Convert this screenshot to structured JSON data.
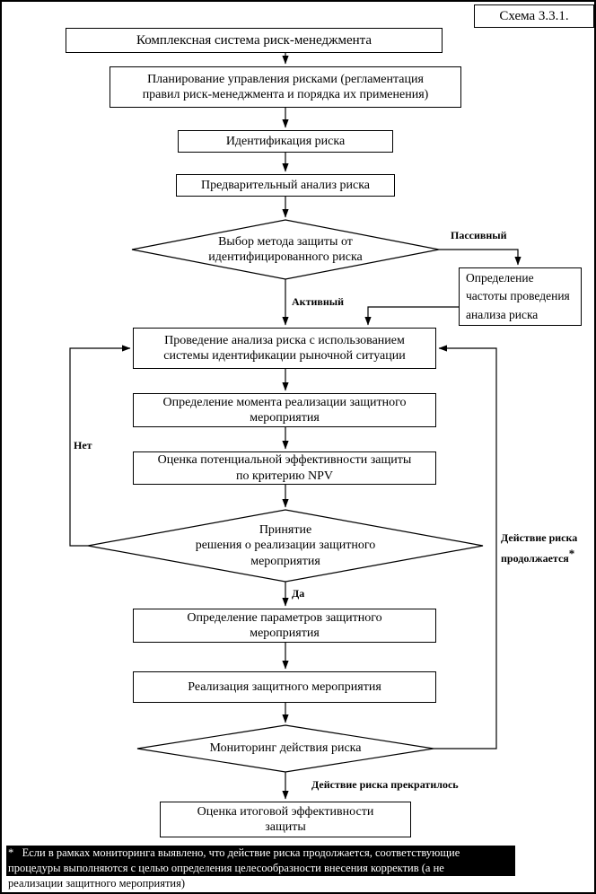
{
  "schema_label": "Схема 3.3.1.",
  "title": "Комплексная система риск-менеджмента",
  "nodes": {
    "planning": "Планирование управления рисками (регламентация\nправил риск-менеджмента и порядка их применения)",
    "identification": "Идентификация риска",
    "preliminary_analysis": "Предварительный анализ риска",
    "method_choice": "Выбор метода защиты от\nидентифицированного риска",
    "frequency": "Определение\nчастоты проведения\nанализа риска",
    "risk_analysis": "Проведение анализа риска с использованием\nсистемы идентификации рыночной ситуации",
    "moment": "Определение момента реализации защитного\nмероприятия",
    "npv_efficiency": "Оценка потенциальной эффективности защиты\nпо критерию NPV",
    "decision": "Принятие\nрешения о реализации защитного\nмероприятия",
    "parameters": "Определение параметров защитного\nмероприятия",
    "implementation": "Реализация защитного мероприятия",
    "monitoring": "Мониторинг действия риска",
    "final_evaluation": "Оценка итоговой эффективности\nзащиты"
  },
  "edge_labels": {
    "passive": "Пассивный",
    "active": "Активный",
    "no": "Нет",
    "yes": "Да",
    "risk_continues_line1": "Действие риска",
    "risk_continues_line2": "продолжается",
    "risk_continues_mark": "*",
    "risk_stopped": "Действие риска прекратилось"
  },
  "footnote": {
    "line1": "*   Если в рамках мониторинга выявлено, что действие риска продолжается, соответствующие",
    "line2": "процедуры выполняются с целью определения целесообразности внесения корректив (а не",
    "line3": "реализации защитного мероприятия)"
  }
}
